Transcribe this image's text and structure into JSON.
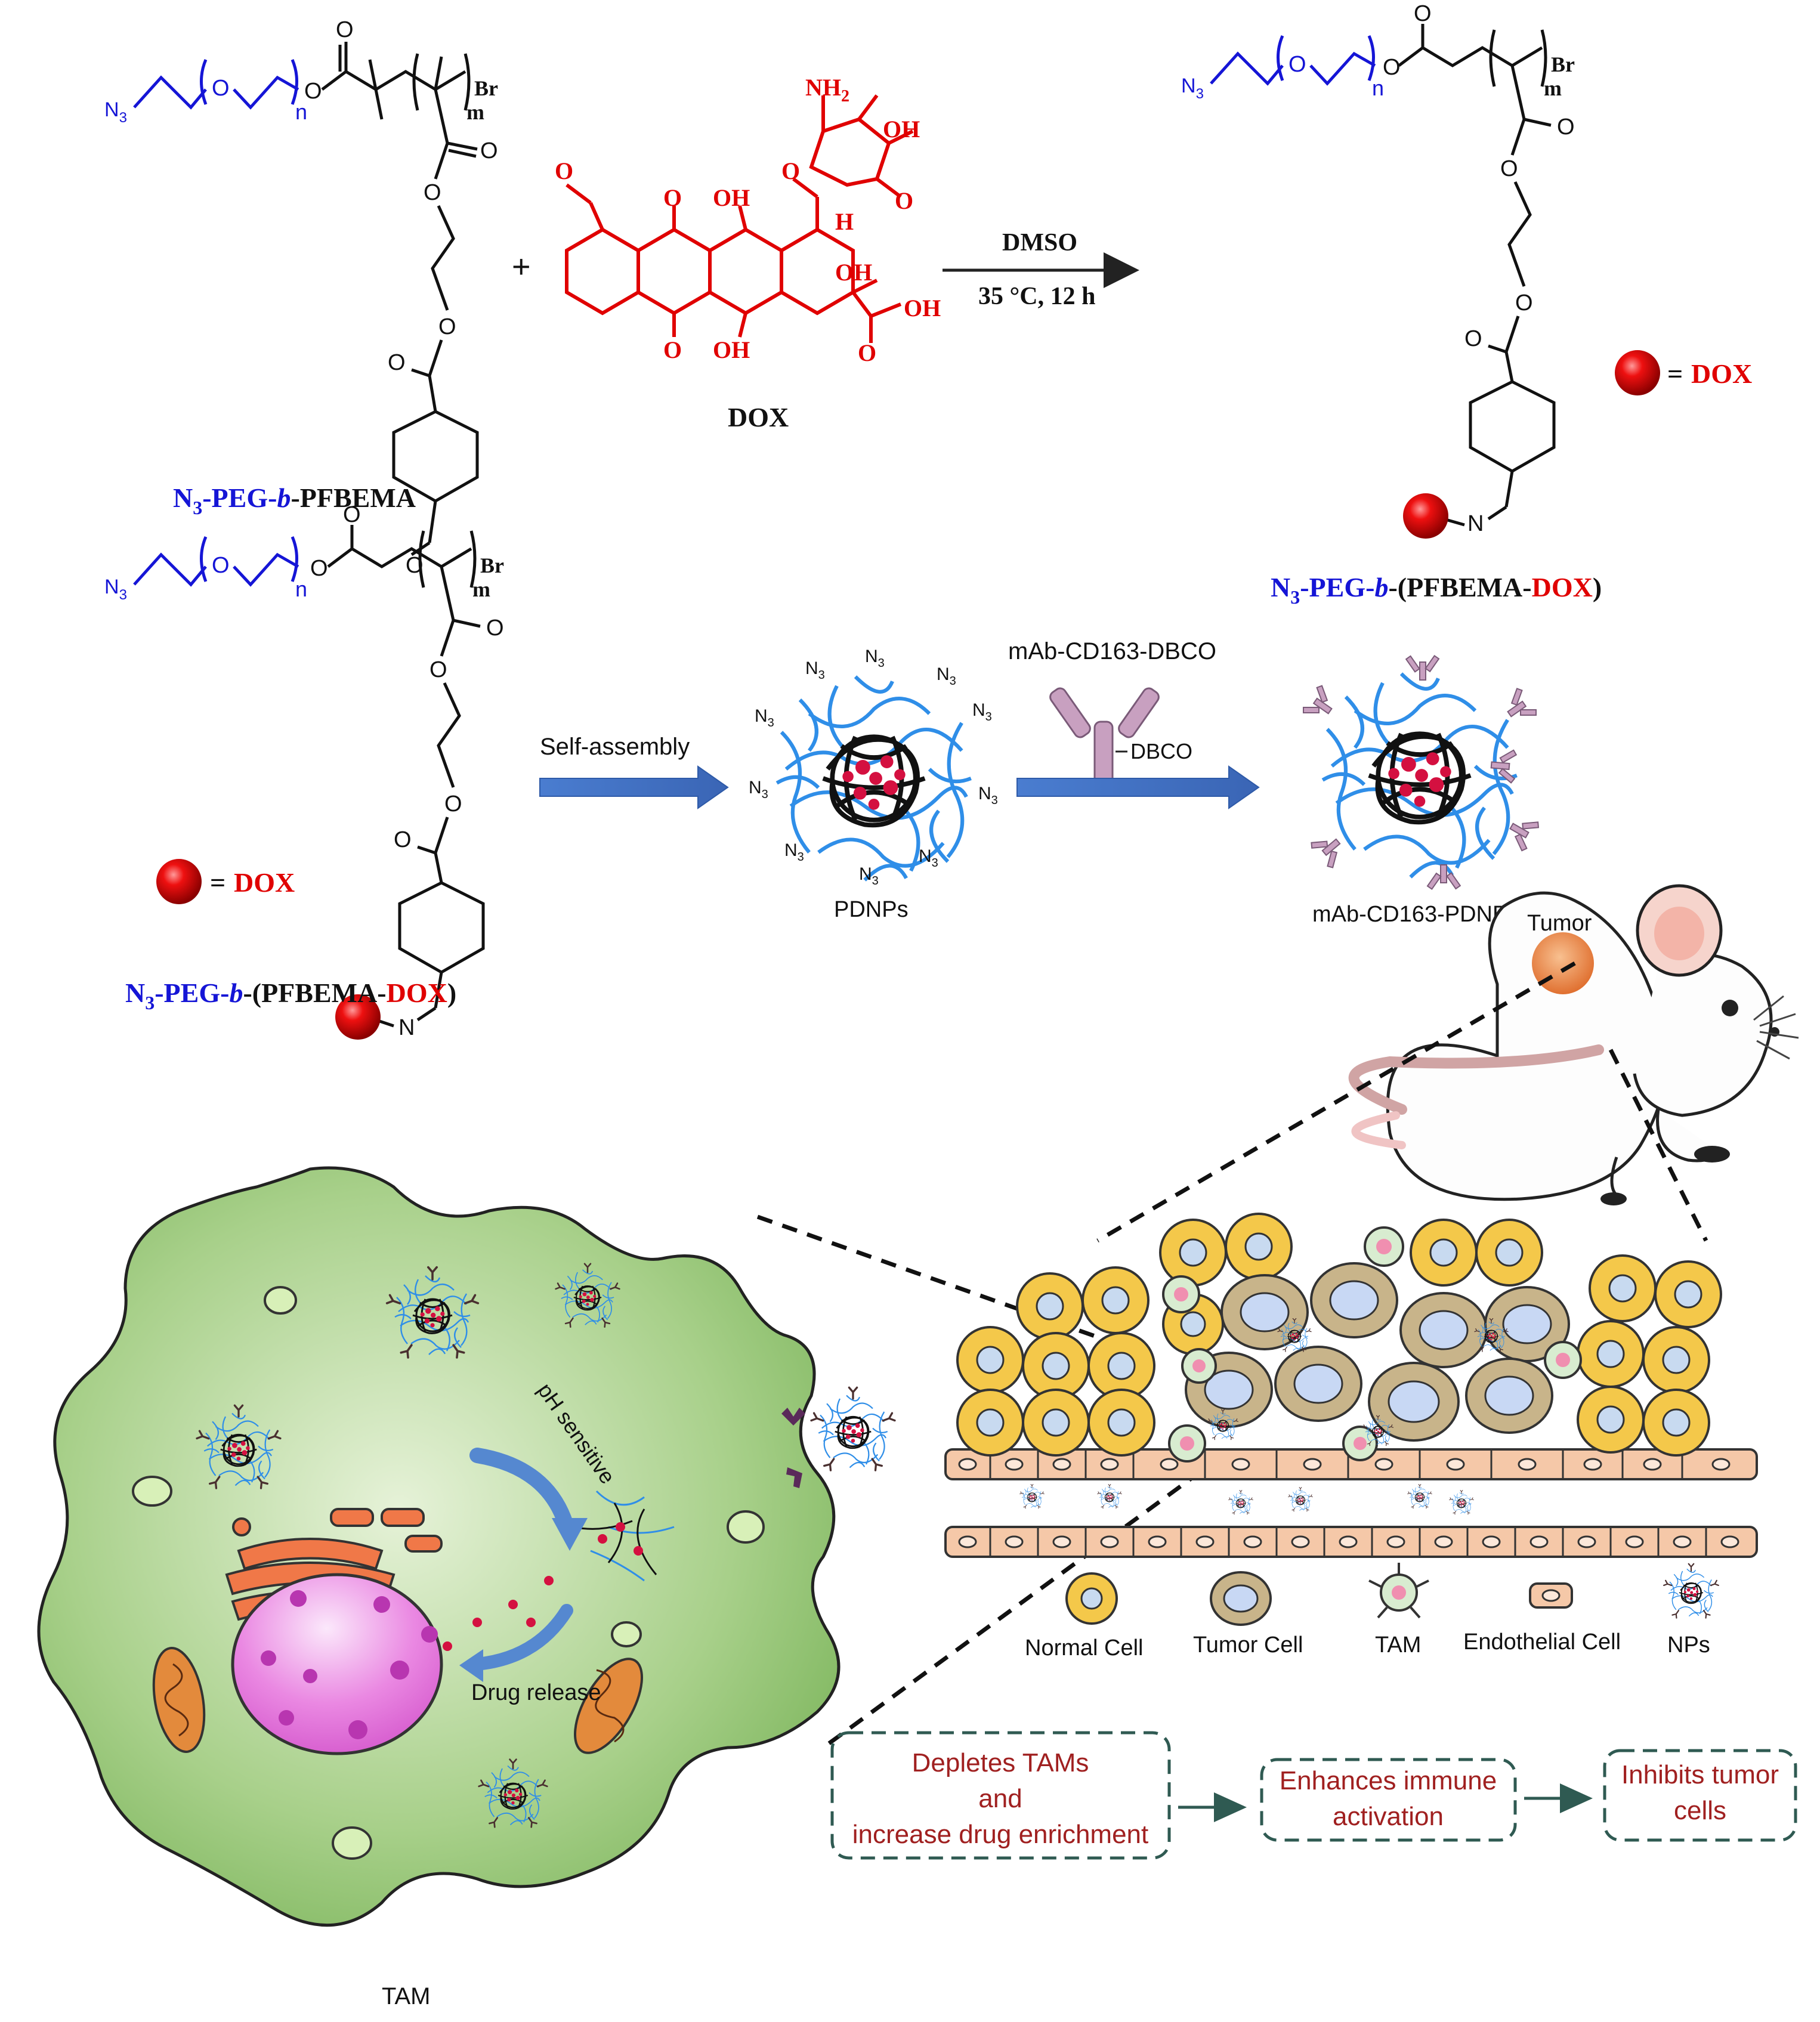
{
  "reaction": {
    "reagent_left": {
      "n3": "N",
      "n3_sub": "3",
      "peg": "-PEG-",
      "b": "b",
      "tail": "-PFBEMA",
      "n": "n",
      "m": "m",
      "br": "Br"
    },
    "plus": "+",
    "dox_label": "DOX",
    "dox_groups": {
      "nh2": "NH",
      "nh2_sub": "2",
      "oh": "OH",
      "h": "H",
      "o": "O"
    },
    "condition_top": "DMSO",
    "condition_bottom": "35 °C, 12 h",
    "product": {
      "n3": "N",
      "n3_sub": "3",
      "peg": "-PEG-",
      "b": "b",
      "mid": "-(PFBEMA-",
      "dox": "DOX",
      "close": ")"
    },
    "legend_eq": "=",
    "legend_dox": "DOX",
    "atom_o": "O",
    "atom_n": "N",
    "atom_n3": "N",
    "atom_n3_sub": "3"
  },
  "assembly": {
    "step1": "Self-assembly",
    "pdnps": "PDNPs",
    "antibody_reagent": "mAb-CD163-DBCO",
    "dbco": "DBCO",
    "final_np": "mAb-CD163-PDNPs",
    "pdnps_n3_label": "N",
    "pdnps_n3_sub": "3"
  },
  "mouse": {
    "tumor": "Tumor"
  },
  "tam_cell": {
    "ph_sensitive": "pH sensitive",
    "drug_release": "Drug release",
    "label": "TAM"
  },
  "tissue_legend": [
    "Normal Cell",
    "Tumor Cell",
    "TAM",
    "Endothelial Cell",
    "NPs"
  ],
  "flow": {
    "box1": [
      "Depletes TAMs",
      "and",
      "increase drug enrichment"
    ],
    "box2": [
      "Enhances immune",
      "activation"
    ],
    "box3": [
      "Inhibits tumor",
      "cells"
    ]
  },
  "colors": {
    "dox_red": "#e00000",
    "peg_blue": "#1515d6",
    "arrow_blue": "#4472c4",
    "cell_green": "#8cc070",
    "nucleus_pink": "#e070d8",
    "golgi_orange": "#f0784a",
    "flow_text": "#a02020",
    "flow_border": "#2f5a52"
  }
}
